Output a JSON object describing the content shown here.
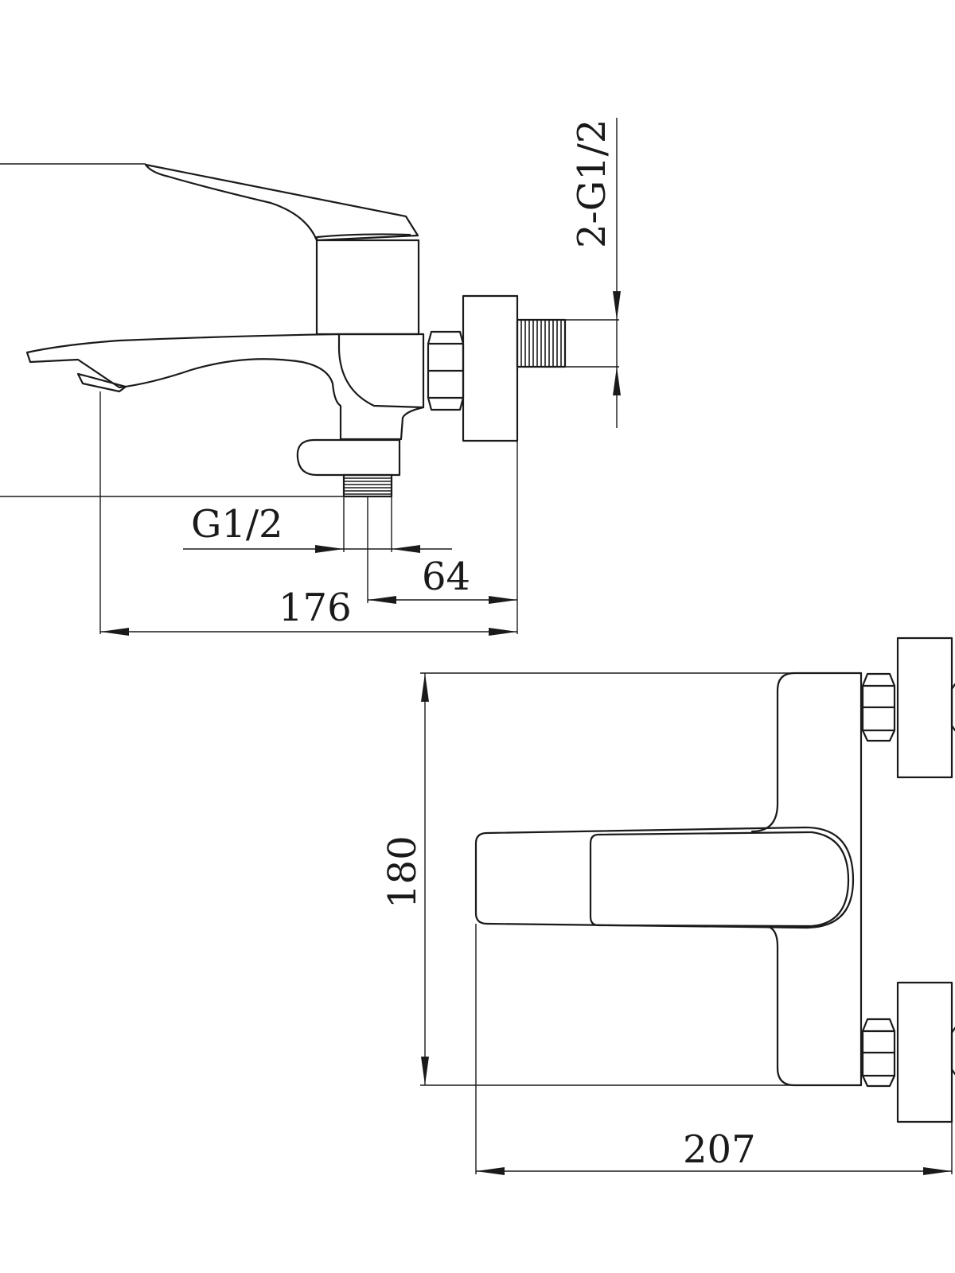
{
  "dimensions": {
    "inlet_thread": "2-G1/2",
    "outlet_thread": "G1/2",
    "outlet_offset": "64",
    "side_depth": "176",
    "front_height": "180",
    "front_width": "207"
  },
  "colors": {
    "line": "#1a1a1a",
    "background": "#ffffff"
  }
}
